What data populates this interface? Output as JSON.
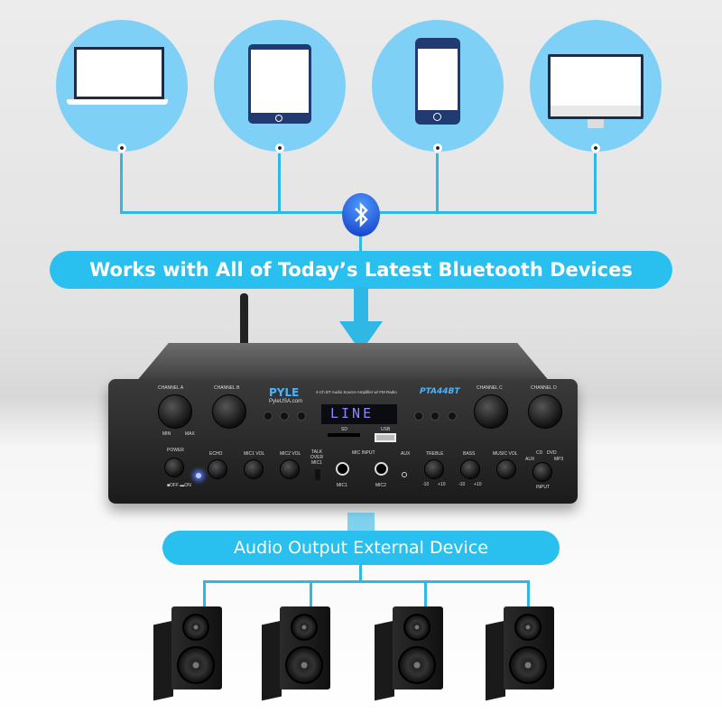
{
  "devices": [
    {
      "icon": "laptop-icon"
    },
    {
      "icon": "tablet-icon"
    },
    {
      "icon": "smartphone-icon"
    },
    {
      "icon": "desktop-monitor-icon"
    }
  ],
  "bluetooth_icon": "bluetooth-icon",
  "banner_top": "Works with All of Today’s Latest Bluetooth Devices",
  "banner_bottom": "Audio Output External Device",
  "colors": {
    "circle": "#7fd0f6",
    "line": "#2fb7e6",
    "banner": "#29c0ef",
    "device_dark": "#213a72",
    "bluetooth": "#1a5ee0"
  },
  "amplifier": {
    "brand": "PYLE",
    "website": "PyleUSA.com",
    "description": "4-Ch BT Audio Source Amplifier w/ FM Radio",
    "model": "PTA44BT",
    "display": "LINE",
    "channels": [
      "CHANNEL A",
      "CHANNEL B",
      "CHANNEL C",
      "CHANNEL D"
    ],
    "min": "MIN",
    "max": "MAX",
    "sd": "SD",
    "usb": "USB",
    "power": "POWER",
    "power_states": "■OFF ▬ON",
    "lower_controls": [
      "ECHO",
      "MIC1 VOL",
      "MIC2 VOL"
    ],
    "talk_over": "TALK OVER MIC1",
    "mic_input": "MIC INPUT",
    "mic1": "MIC1",
    "mic2": "MIC2",
    "aux": "AUX",
    "treble": "TREBLE",
    "bass": "BASS",
    "range_low": "-10",
    "range_high": "+10",
    "music_vol": "MUSIC VOL",
    "input_labels": [
      "AUX",
      "CD",
      "DVD",
      "MP3"
    ],
    "input": "INPUT"
  },
  "speaker_count": 4
}
